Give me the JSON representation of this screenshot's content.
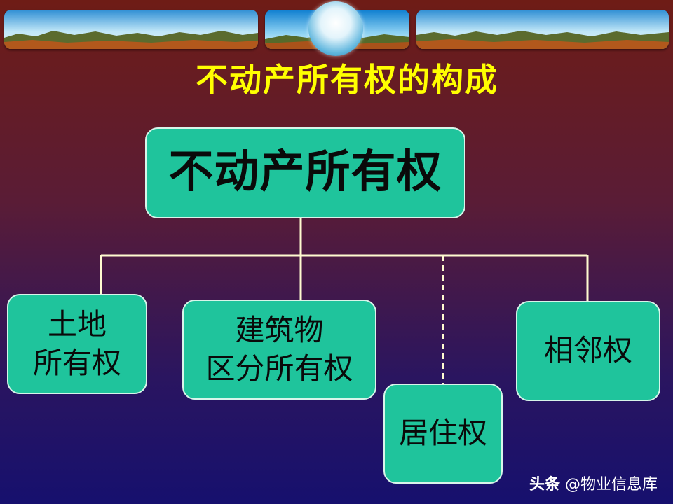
{
  "title": "不动产所有权的构成",
  "root": {
    "label": "不动产所有权"
  },
  "children": [
    {
      "id": "land",
      "label": "土地\n所有权"
    },
    {
      "id": "building",
      "label": "建筑物\n区分所有权"
    },
    {
      "id": "habitation",
      "label": "居住权"
    },
    {
      "id": "neighbor",
      "label": "相邻权"
    }
  ],
  "watermark": {
    "brand": "头条",
    "handle": "@物业信息库"
  },
  "colors": {
    "background_top": "#6e1c16",
    "background_bottom": "#16106e",
    "title": "#ffff00",
    "box_fill": "#1fc49c",
    "box_border": "#d8f5ea",
    "connector": "#fffbd0"
  }
}
